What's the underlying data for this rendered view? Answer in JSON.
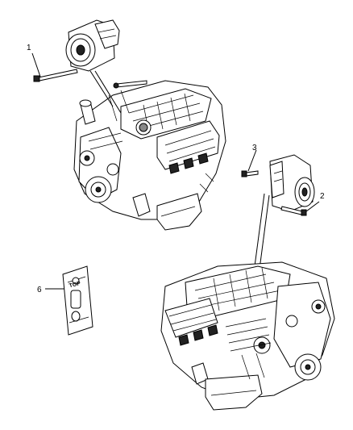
{
  "callouts": {
    "c1": "1",
    "c2": "2",
    "c3": "3",
    "c6": "6"
  },
  "bracket_stamp": "TOP"
}
